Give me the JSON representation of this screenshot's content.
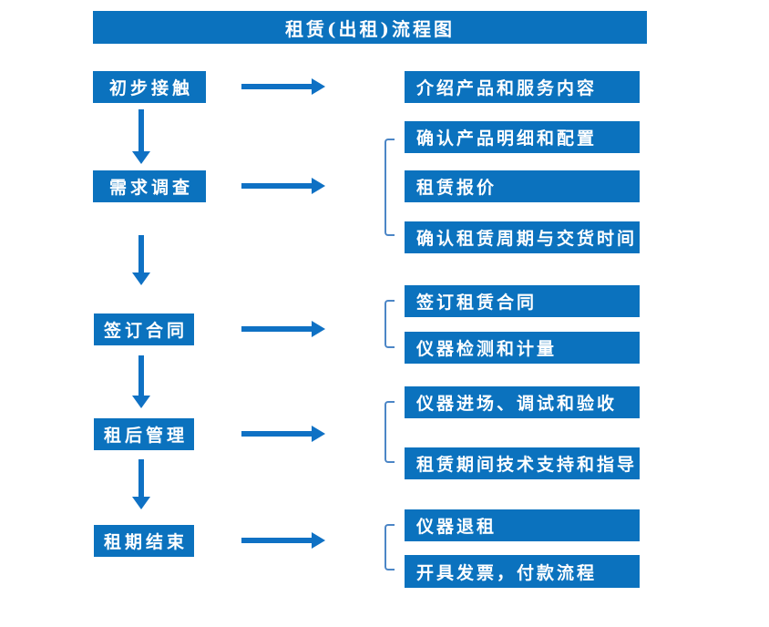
{
  "title": "租赁(出租)流程图",
  "colors": {
    "primary": "#0b72be",
    "arrow": "#0f71c4",
    "bracket": "#4c86c6",
    "text-on-primary": "#ffffff",
    "bg": "#ffffff"
  },
  "steps": [
    {
      "label": "初步接触",
      "details": [
        "介绍产品和服务内容"
      ]
    },
    {
      "label": "需求调查",
      "details": [
        "确认产品明细和配置",
        "租赁报价",
        "确认租赁周期与交货时间"
      ]
    },
    {
      "label": "签订合同",
      "details": [
        "签订租赁合同",
        "仪器检测和计量"
      ]
    },
    {
      "label": "租后管理",
      "details": [
        "仪器进场、调试和验收",
        "租赁期间技术支持和指导"
      ]
    },
    {
      "label": "租期结束",
      "details": [
        "仪器退租",
        "开具发票，付款流程"
      ]
    }
  ]
}
